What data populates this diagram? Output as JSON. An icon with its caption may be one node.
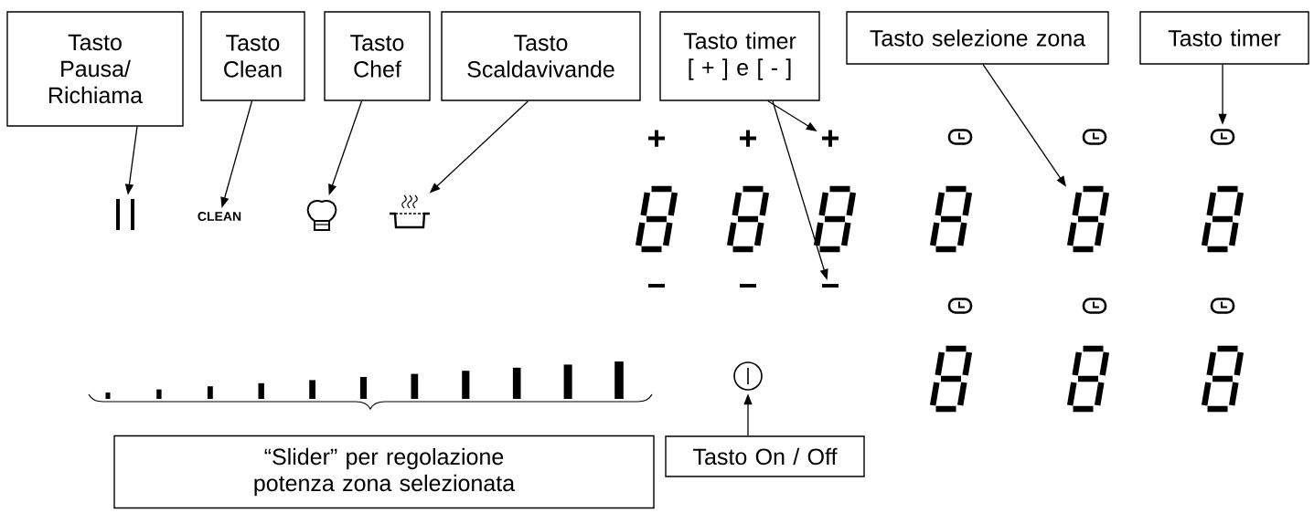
{
  "diagram": {
    "nodes": [
      {
        "text": [
          "Tasto Pausa/ Richiama"
        ]
      },
      {
        "text": [
          "Tasto Clean"
        ]
      },
      {
        "text": [
          "Tasto Chef"
        ]
      },
      {
        "text": [
          "Tasto Scaldavivande"
        ]
      },
      {
        "text": [
          "Tasto timer [ + ] e [ - ]"
        ]
      },
      {
        "text": [
          "Tasto selezione zona"
        ]
      },
      {
        "text": [
          "Tasto timer"
        ]
      },
      {
        "text": [],
        "shape": "bar"
      },
      {
        "text": [
          "CLEAN"
        ]
      },
      {
        "text": [],
        "shape": "hat"
      },
      {
        "text": [],
        "shape": "pot"
      },
      {
        "text": [
          "+"
        ]
      },
      {
        "text": [
          "−"
        ]
      },
      {
        "text": [],
        "shape": "display"
      },
      {
        "text": [],
        "shape": "clock"
      },
      {
        "text": [],
        "shape": "circle"
      },
      {
        "text": [
          "Tasto On / Off"
        ]
      },
      {
        "text": [
          "“Slider” per regolazione potenza zona selezionata"
        ]
      }
    ],
    "edges": [
      {
        "from": 0,
        "to": 7,
        "arrow": "to"
      },
      {
        "from": 1,
        "to": 8,
        "arrow": "to"
      },
      {
        "from": 2,
        "to": 9,
        "arrow": "to"
      },
      {
        "from": 3,
        "to": 10,
        "arrow": "to"
      },
      {
        "from": 4,
        "to": 11,
        "arrow": "to"
      },
      {
        "from": 4,
        "to": 12,
        "arrow": "to"
      },
      {
        "from": 5,
        "to": 13,
        "arrow": "to"
      },
      {
        "from": 6,
        "to": 14,
        "arrow": "to"
      },
      {
        "from": 16,
        "to": 15,
        "arrow": "to"
      }
    ],
    "labels": [
      "+",
      "+",
      "−",
      "−"
    ]
  }
}
